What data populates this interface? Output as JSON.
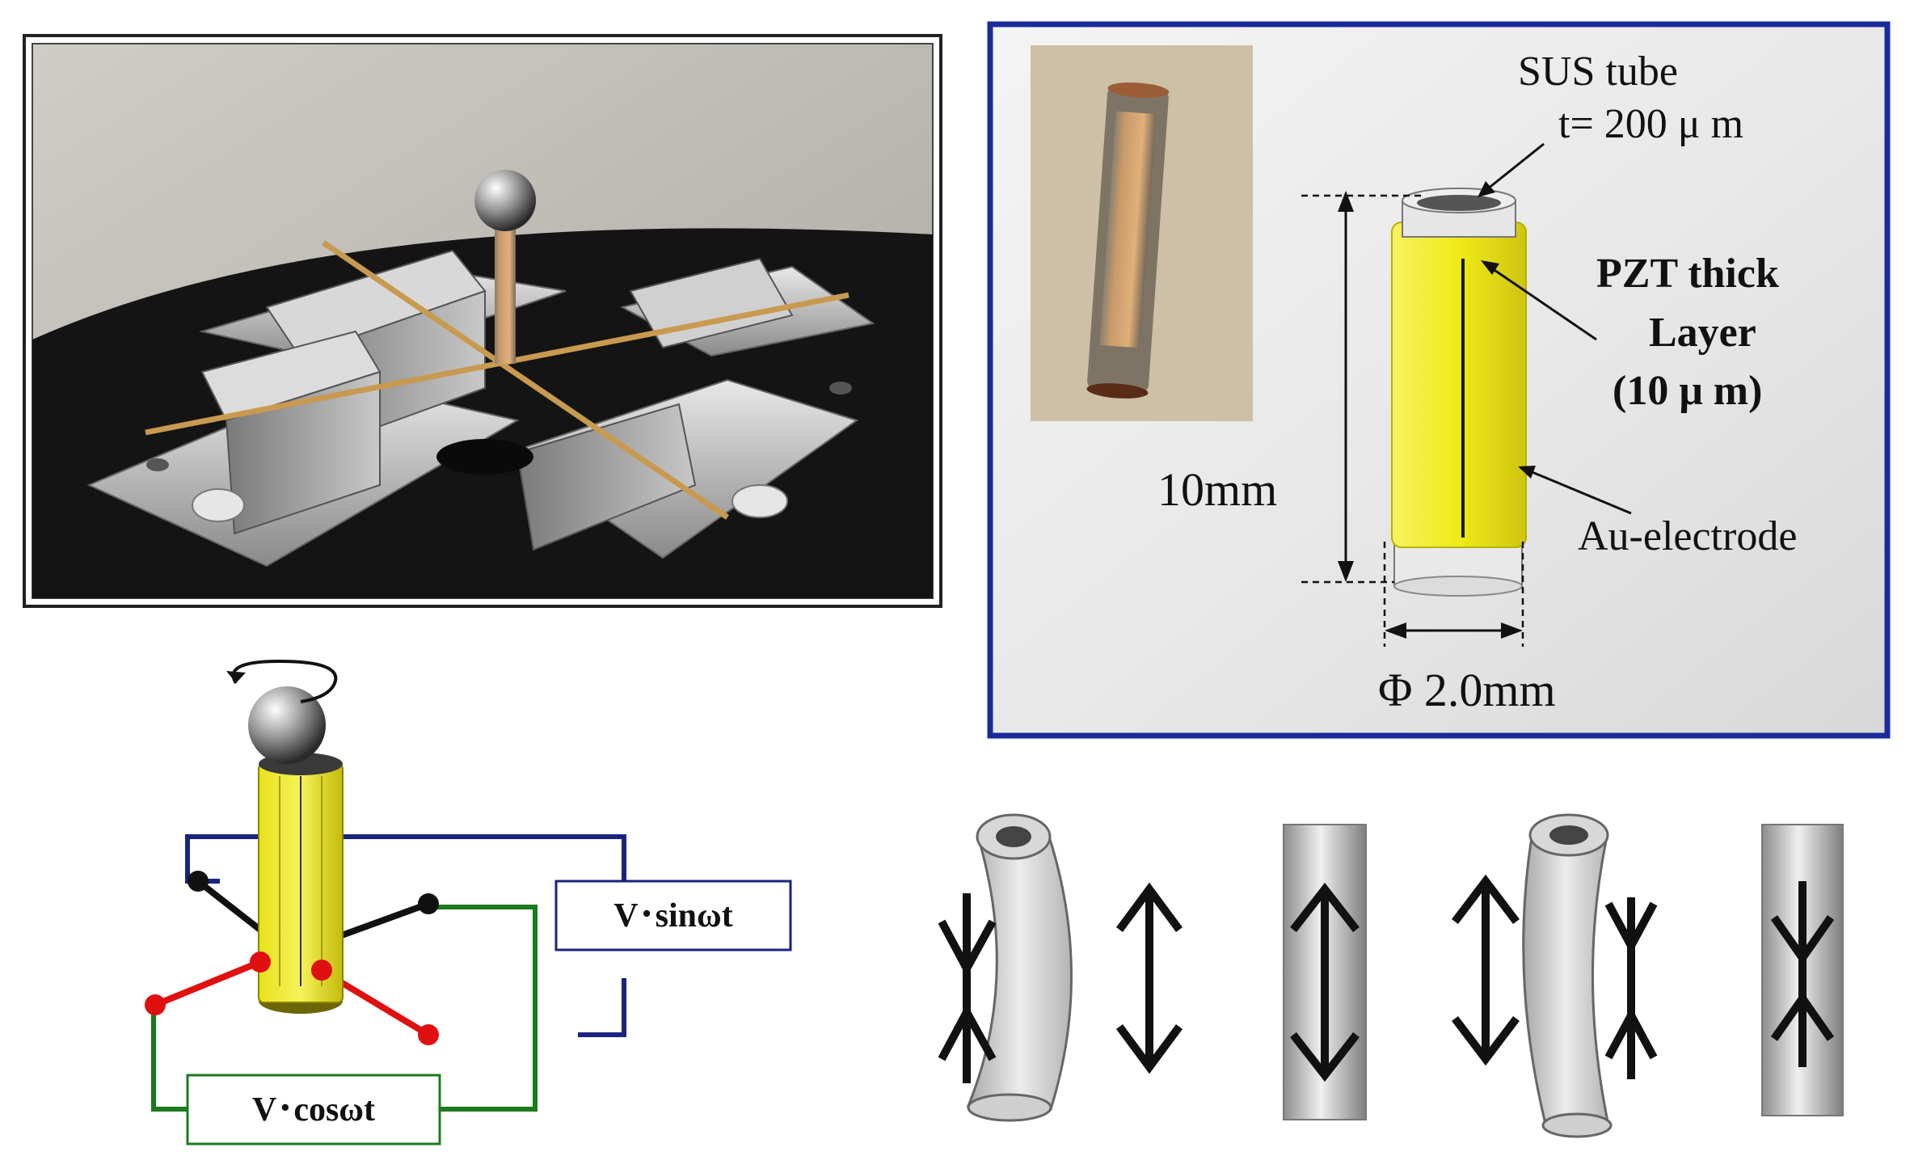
{
  "spec_labels": {
    "sus_tube": "SUS tube",
    "thickness": "t= 200 μ m",
    "pzt_line1": "PZT thick",
    "pzt_line2": "Layer",
    "pzt_line3": "(10 μ m)",
    "length": "10mm",
    "electrode": "Au-electrode",
    "diameter": "Φ 2.0mm"
  },
  "circuit_labels": {
    "sin_source": "V･sinωt",
    "cos_source": "V･cosωt"
  },
  "colors": {
    "frame_blue": "#1a2a9a",
    "pzt_yellow": "#f2ec20",
    "wire_blue": "#1a237e",
    "wire_green": "#1b7a1b",
    "wire_red": "#e01010",
    "wire_black": "#111111"
  }
}
